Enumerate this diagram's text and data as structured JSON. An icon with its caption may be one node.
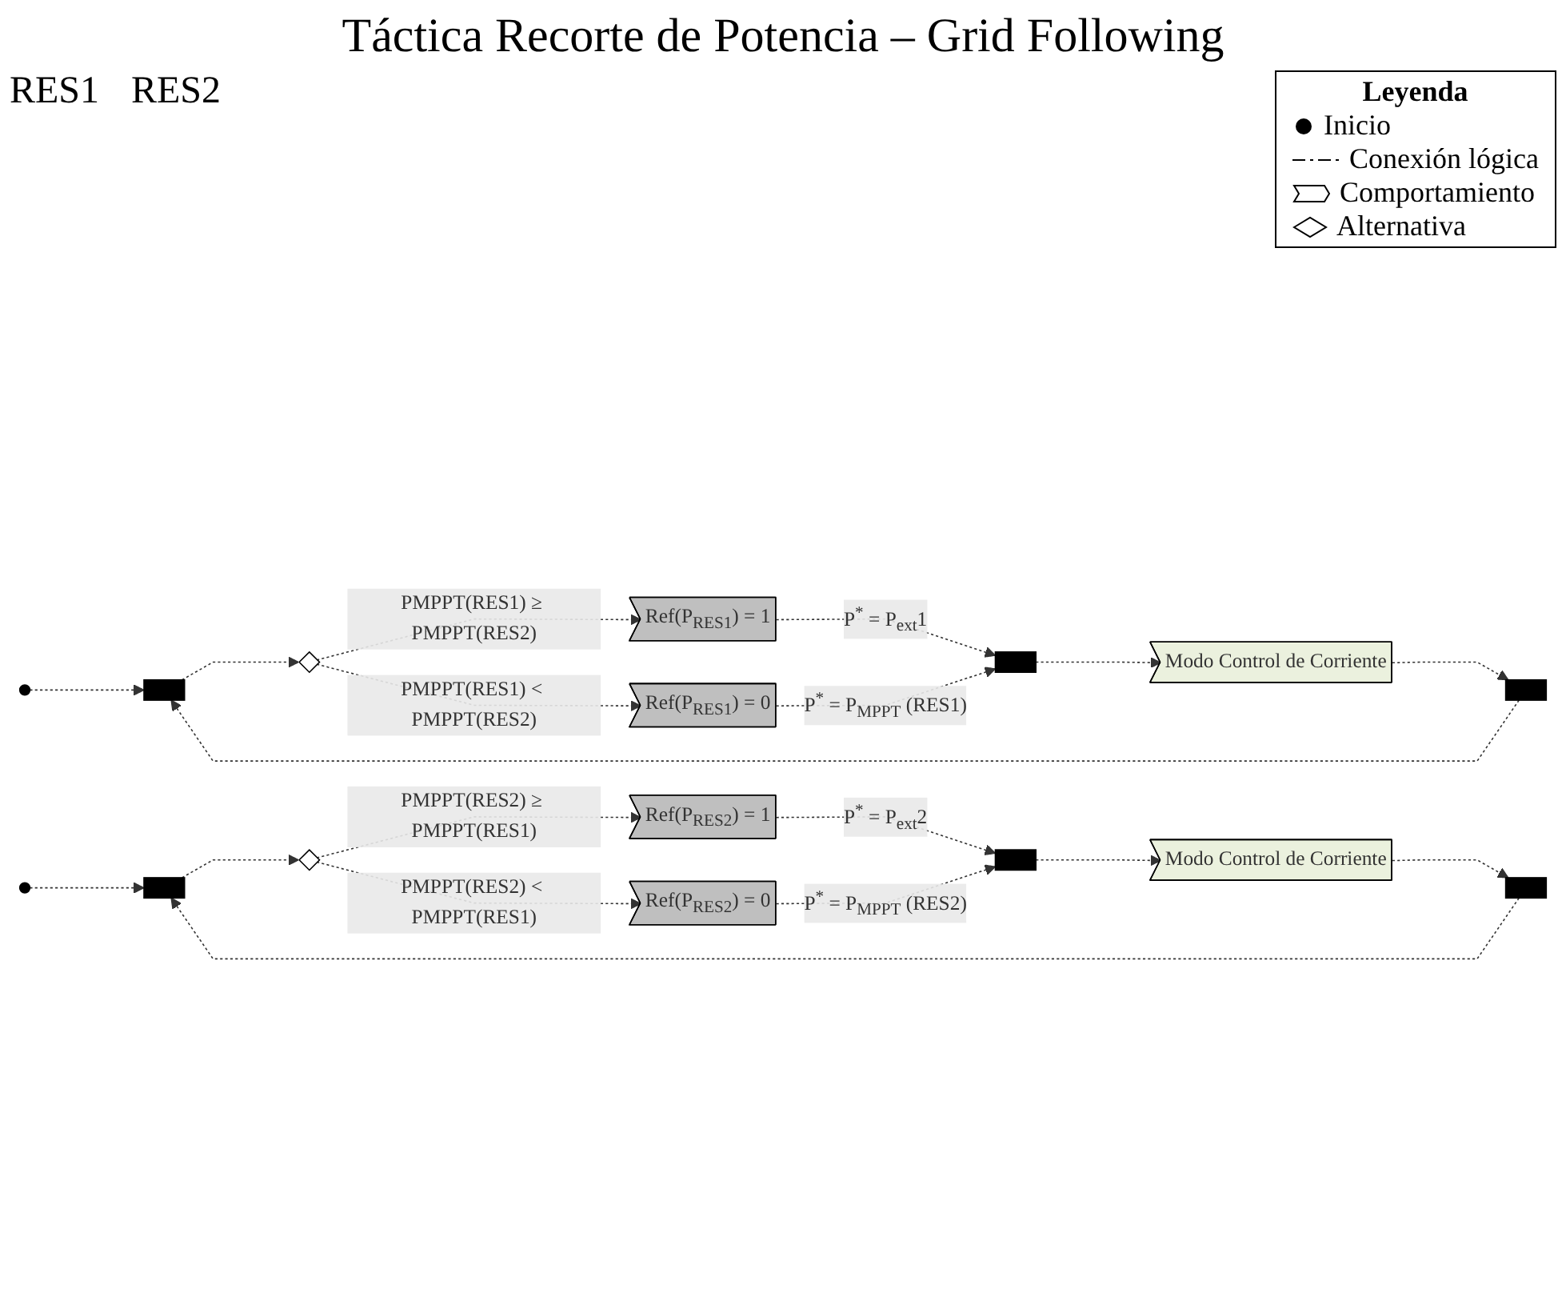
{
  "diagram": {
    "title": "Táctica Recorte de Potencia – Grid Following",
    "nodes": [
      {
        "text": [],
        "shape": "circle"
      },
      {
        "text": [],
        "shape": "bar"
      },
      {
        "text": [],
        "shape": "diamond"
      },
      {
        "text": [
          "Ref(P$_{RES1}$) = 1"
        ]
      },
      {
        "text": [
          "Ref(P$_{RES1}$) = 0"
        ]
      },
      {
        "text": [],
        "shape": "bar"
      },
      {
        "text": [
          "Modo Control de Corriente"
        ]
      },
      {
        "text": [],
        "shape": "bar"
      },
      {
        "text": [],
        "shape": "circle"
      },
      {
        "text": [],
        "shape": "bar"
      },
      {
        "text": [],
        "shape": "diamond"
      },
      {
        "text": [
          "Ref(P$_{RES2}$) = 1"
        ]
      },
      {
        "text": [
          "Ref(P$_{RES2}$) = 0"
        ]
      },
      {
        "text": [],
        "shape": "bar"
      },
      {
        "text": [
          "Modo Control de Corriente"
        ]
      },
      {
        "text": [],
        "shape": "bar"
      }
    ],
    "edges": [
      {
        "from": 0,
        "to": 1,
        "arrow": "to",
        "style": "dashed"
      },
      {
        "from": 1,
        "to": 2,
        "arrow": "to",
        "style": "dashed"
      },
      {
        "from": 2,
        "to": 3,
        "arrow": "to",
        "style": "dashed",
        "label": "PMPPT(RES1) ≥ PMPPT(RES2)"
      },
      {
        "from": 2,
        "to": 4,
        "arrow": "to",
        "style": "dashed",
        "label": "PMPPT(RES1) < PMPPT(RES2)"
      },
      {
        "from": 3,
        "to": 5,
        "arrow": "to",
        "style": "dashed",
        "label": "P$^{*}$ = P$_{ext}$1"
      },
      {
        "from": 4,
        "to": 5,
        "arrow": "to",
        "style": "dashed",
        "label": "P$^{*}$ = P$_{MPPT}$ (RES1)"
      },
      {
        "from": 5,
        "to": 6,
        "arrow": "to",
        "style": "dashed"
      },
      {
        "from": 6,
        "to": 7,
        "arrow": "to",
        "style": "dashed"
      },
      {
        "from": 7,
        "to": 1,
        "arrow": "to",
        "style": "dashed"
      },
      {
        "from": 8,
        "to": 9,
        "arrow": "to",
        "style": "dashed"
      },
      {
        "from": 9,
        "to": 10,
        "arrow": "to",
        "style": "dashed"
      },
      {
        "from": 10,
        "to": 11,
        "arrow": "to",
        "style": "dashed",
        "label": "PMPPT(RES2) ≥ PMPPT(RES1)"
      },
      {
        "from": 10,
        "to": 12,
        "arrow": "to",
        "style": "dashed",
        "label": "PMPPT(RES2) < PMPPT(RES1)"
      },
      {
        "from": 11,
        "to": 13,
        "arrow": "to",
        "style": "dashed",
        "label": "P$^{*}$ = P$_{ext}$2"
      },
      {
        "from": 12,
        "to": 13,
        "arrow": "to",
        "style": "dashed",
        "label": "P$^{*}$ = P$_{MPPT}$ (RES2)"
      },
      {
        "from": 13,
        "to": 14,
        "arrow": "to",
        "style": "dashed"
      },
      {
        "from": 14,
        "to": 15,
        "arrow": "to",
        "style": "dashed"
      },
      {
        "from": 15,
        "to": 9,
        "arrow": "to",
        "style": "dashed"
      }
    ],
    "labels": [
      "RES1",
      "Leyenda",
      "RES2"
    ],
    "legend": [
      {
        "text": "Inicio"
      },
      {
        "text": "Conexión lógica"
      },
      {
        "text": "Comportamiento"
      },
      {
        "text": "Alternativa"
      }
    ]
  }
}
